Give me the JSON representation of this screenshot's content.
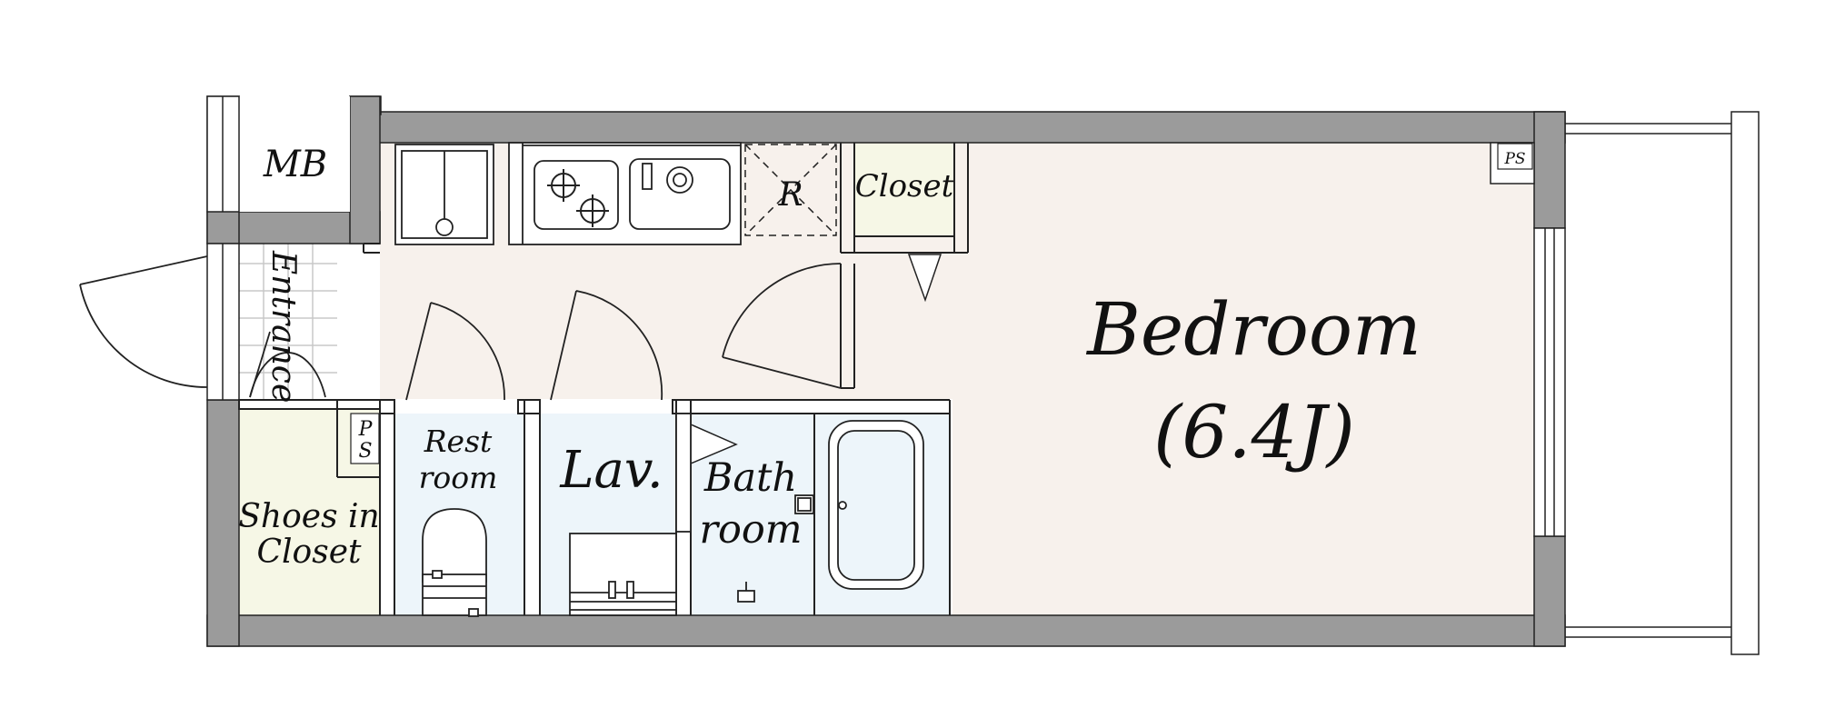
{
  "rooms": {
    "mb": "MB",
    "entrance": "Entrance",
    "refrigerator": "R",
    "closet": "Closet",
    "ps_bedroom": "PS",
    "ps_hall_p": "P",
    "ps_hall_s": "S",
    "rest_room_line1": "Rest",
    "rest_room_line2": "room",
    "lav": "Lav.",
    "bath_room_line1": "Bath",
    "bath_room_line2": "room",
    "shoes_closet_line1": "Shoes in",
    "shoes_closet_line2": "Closet",
    "bedroom": "Bedroom",
    "bedroom_size": "(6.4J)"
  },
  "colors": {
    "wall": "#9b9b9b",
    "floor": "#f7f1ec",
    "wet_area": "#edf5fa",
    "closet": "#f6f7e6",
    "line": "#222222"
  }
}
